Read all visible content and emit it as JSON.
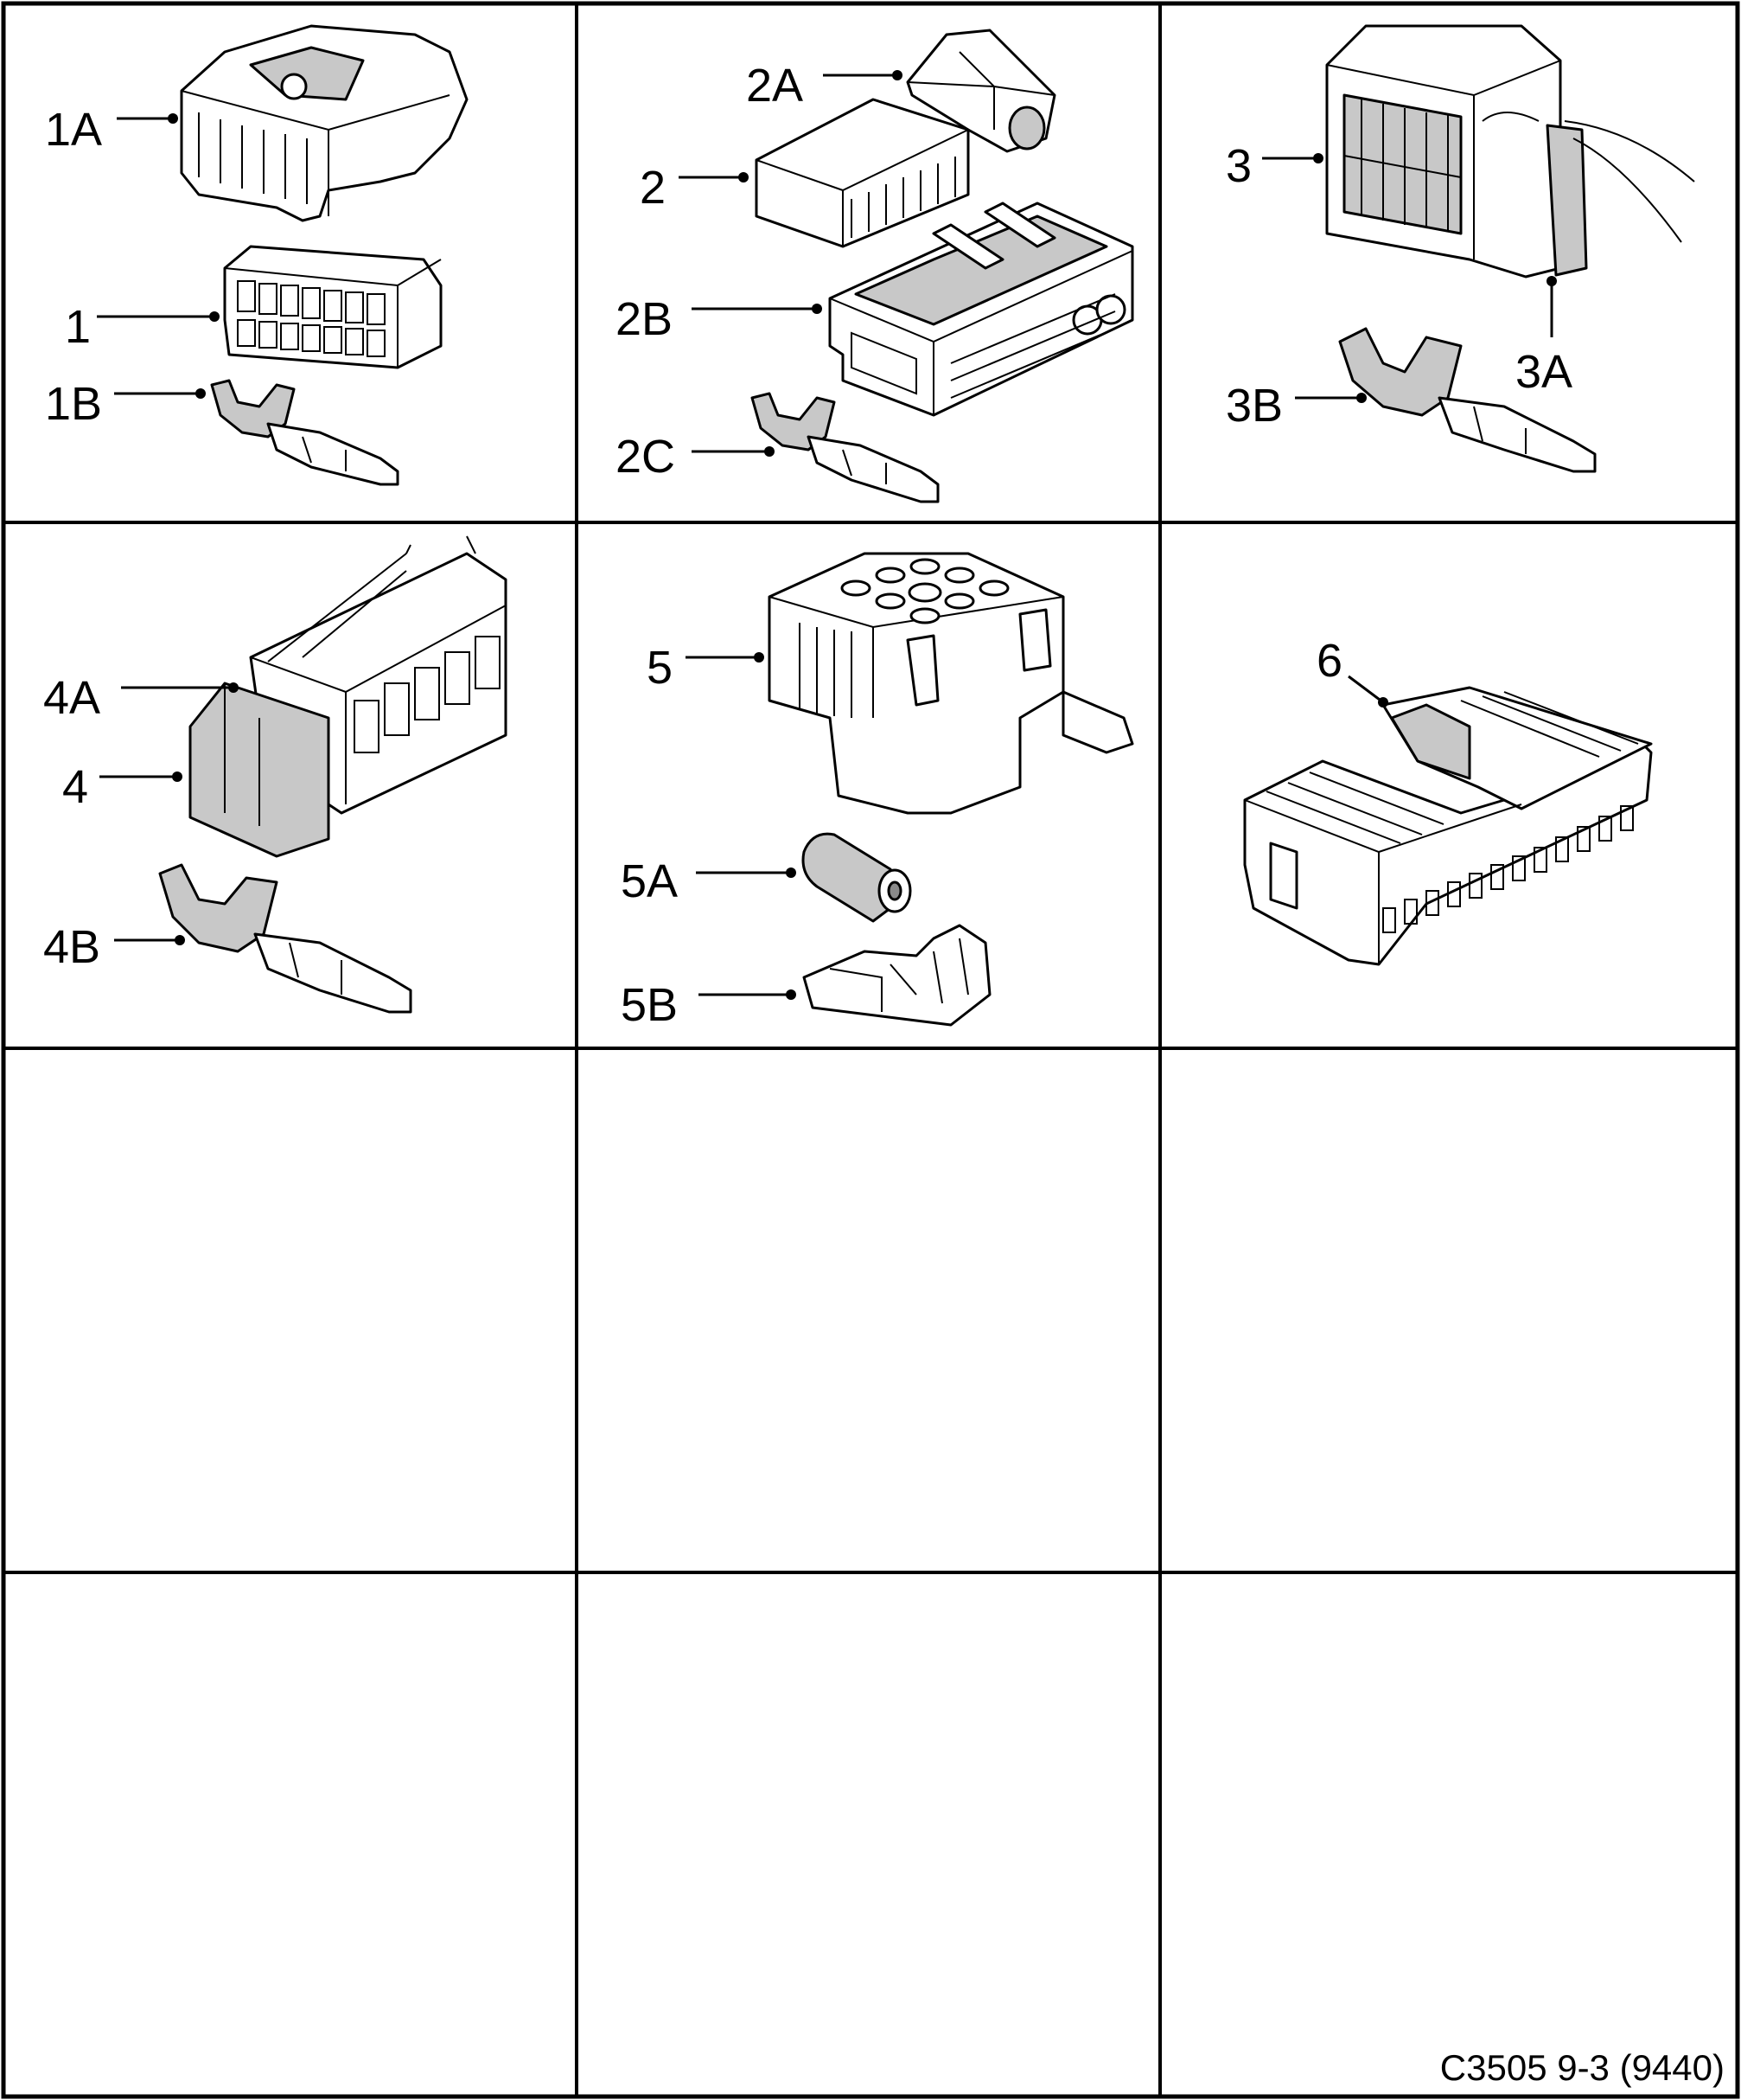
{
  "labels": {
    "l1A": "1A",
    "l1": "1",
    "l1B": "1B",
    "l2A": "2A",
    "l2": "2",
    "l2B": "2B",
    "l2C": "2C",
    "l3": "3",
    "l3A": "3A",
    "l3B": "3B",
    "l4A": "4A",
    "l4": "4",
    "l4B": "4B",
    "l5": "5",
    "l5A": "5A",
    "l5B": "5B",
    "l6": "6"
  },
  "caption": "C3505 9-3 (9440)"
}
